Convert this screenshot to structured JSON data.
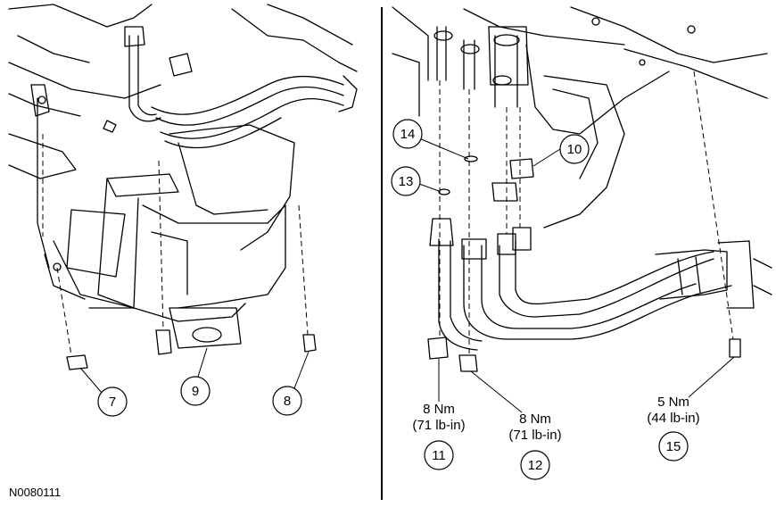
{
  "figure_id": "N0080111",
  "left_callouts": [
    "7",
    "9",
    "8"
  ],
  "right_callouts": [
    "14",
    "10",
    "13",
    "11",
    "12",
    "15"
  ],
  "torque_specs": {
    "item11": {
      "nm": "8 Nm",
      "lbin": "(71 lb-in)"
    },
    "item12": {
      "nm": "8 Nm",
      "lbin": "(71 lb-in)"
    },
    "item15": {
      "nm": "5 Nm",
      "lbin": "(44 lb-in)"
    }
  }
}
